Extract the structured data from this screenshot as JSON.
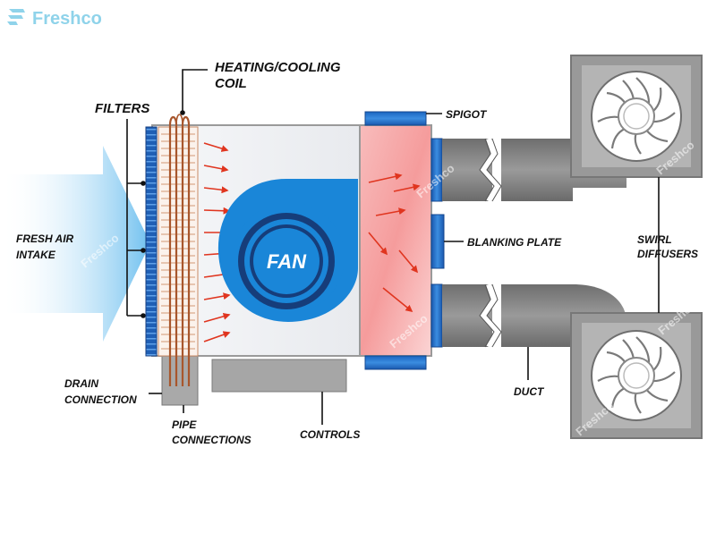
{
  "brand": {
    "name": "Freshco",
    "watermark": "Freshco",
    "logo_icon": "freshco-logo-icon",
    "color": "#8fd3ea"
  },
  "labels": {
    "fresh_air_intake_l1": "FRESH AIR",
    "fresh_air_intake_l2": "INTAKE",
    "filters": "FILTERS",
    "coil_l1": "HEATING/COOLING",
    "coil_l2": "COIL",
    "spigot": "SPIGOT",
    "blanking_plate": "BLANKING PLATE",
    "swirl_l1": "SWIRL",
    "swirl_l2": "DIFFUSERS",
    "drain_l1": "DRAIN",
    "drain_l2": "CONNECTION",
    "pipe_l1": "PIPE",
    "pipe_l2": "CONNECTIONS",
    "controls": "CONTROLS",
    "duct": "DUCT",
    "fan": "FAN"
  },
  "colors": {
    "filter_blue": "#1f5fb5",
    "fan_blue": "#1a86d8",
    "fan_navy": "#163d7a",
    "coil_copper": "#b5643a",
    "duct_gray": "#8a8a8a",
    "plenum_pink": "#f7a3a3",
    "arrow_red": "#e0351f",
    "intake_blue": "#8ccdf2"
  }
}
